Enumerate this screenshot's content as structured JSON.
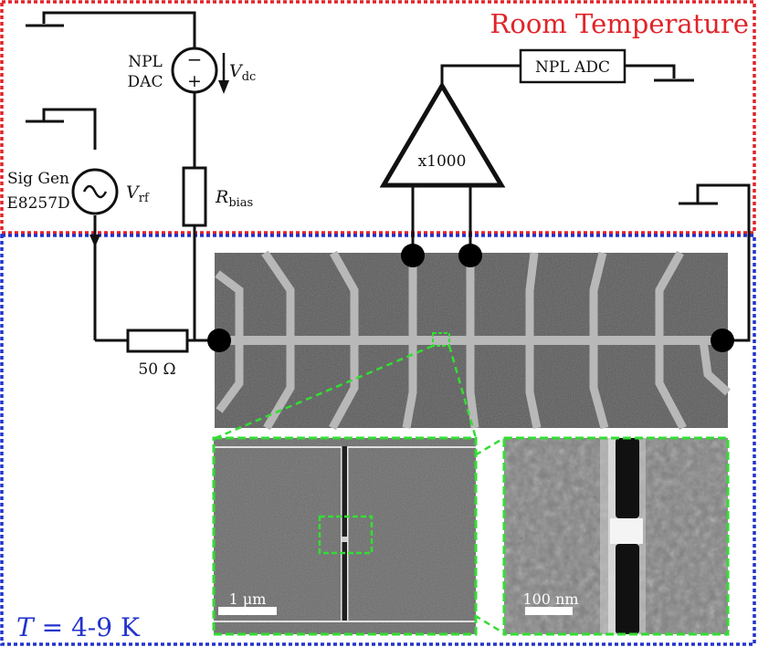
{
  "regions": {
    "room_label": "Room Temperature",
    "cold_label_t": "T",
    "cold_label_rest": " = 4-9 K",
    "room_color": "#e0242a",
    "cold_color": "#2233cc",
    "zoom_color": "#33dd33"
  },
  "components": {
    "dac_line1": "NPL",
    "dac_line2": "DAC",
    "dac_minus": "−",
    "dac_plus": "+",
    "vdc_main": "V",
    "vdc_sub": "dc",
    "sig_line1": "Sig Gen",
    "sig_line2": "E8257D",
    "vrf_main": "V",
    "vrf_sub": "rf",
    "rbias_main": "R",
    "rbias_sub": "bias",
    "r50_label": "50 Ω",
    "amp_label": "x1000",
    "adc_label": "NPL ADC"
  },
  "scalebars": {
    "mid": "1 μm",
    "right": "100 nm"
  }
}
